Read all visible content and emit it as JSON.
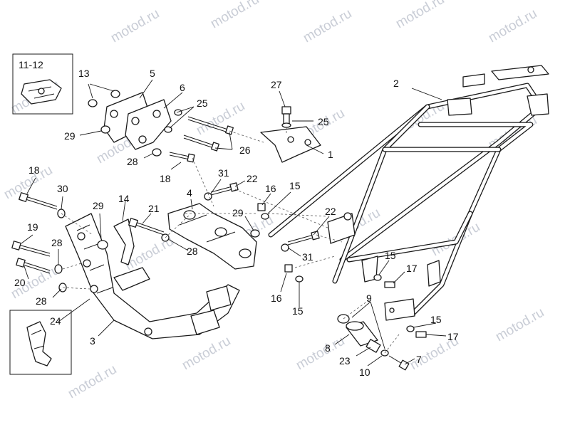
{
  "watermark": "motod.ru",
  "inset_top_label": "11-12",
  "callouts": [
    {
      "id": "c2",
      "text": "2"
    },
    {
      "id": "c13",
      "text": "13"
    },
    {
      "id": "c5",
      "text": "5"
    },
    {
      "id": "c6",
      "text": "6"
    },
    {
      "id": "c25a",
      "text": "25"
    },
    {
      "id": "c29a",
      "text": "29"
    },
    {
      "id": "c26",
      "text": "26"
    },
    {
      "id": "c28a",
      "text": "28"
    },
    {
      "id": "c18a",
      "text": "18"
    },
    {
      "id": "c27",
      "text": "27"
    },
    {
      "id": "c25b",
      "text": "25"
    },
    {
      "id": "c1",
      "text": "1"
    },
    {
      "id": "c18b",
      "text": "18"
    },
    {
      "id": "c30",
      "text": "30"
    },
    {
      "id": "c31a",
      "text": "31"
    },
    {
      "id": "c22a",
      "text": "22"
    },
    {
      "id": "c16a",
      "text": "16"
    },
    {
      "id": "c15a",
      "text": "15"
    },
    {
      "id": "c4",
      "text": "4"
    },
    {
      "id": "c14",
      "text": "14"
    },
    {
      "id": "c29b",
      "text": "29"
    },
    {
      "id": "c21",
      "text": "21"
    },
    {
      "id": "c29c",
      "text": "29"
    },
    {
      "id": "c22b",
      "text": "22"
    },
    {
      "id": "c19",
      "text": "19"
    },
    {
      "id": "c28b",
      "text": "28"
    },
    {
      "id": "c28c",
      "text": "28"
    },
    {
      "id": "c31b",
      "text": "31"
    },
    {
      "id": "c20",
      "text": "20"
    },
    {
      "id": "c28d",
      "text": "28"
    },
    {
      "id": "c15b",
      "text": "15"
    },
    {
      "id": "c17a",
      "text": "17"
    },
    {
      "id": "c16b",
      "text": "16"
    },
    {
      "id": "c15c",
      "text": "15"
    },
    {
      "id": "c9",
      "text": "9"
    },
    {
      "id": "c24",
      "text": "24"
    },
    {
      "id": "c3",
      "text": "3"
    },
    {
      "id": "c15d",
      "text": "15"
    },
    {
      "id": "c17b",
      "text": "17"
    },
    {
      "id": "c8",
      "text": "8"
    },
    {
      "id": "c23",
      "text": "23"
    },
    {
      "id": "c7",
      "text": "7"
    },
    {
      "id": "c10",
      "text": "10"
    }
  ]
}
